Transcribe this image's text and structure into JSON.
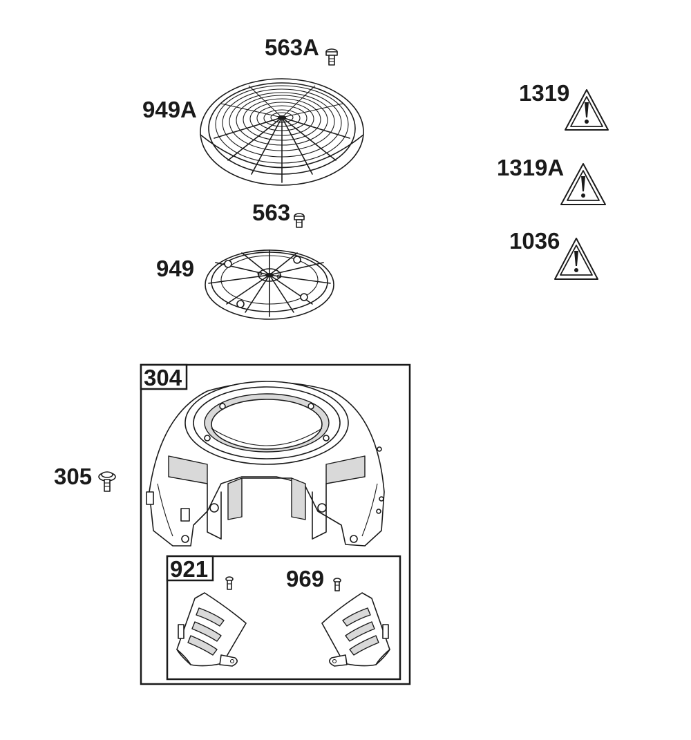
{
  "diagram": {
    "labels": {
      "p563A": "563A",
      "p949A": "949A",
      "p563": "563",
      "p949": "949",
      "p1319": "1319",
      "p1319A": "1319A",
      "p1036": "1036",
      "p304": "304",
      "p305": "305",
      "p921": "921",
      "p969": "969"
    }
  }
}
